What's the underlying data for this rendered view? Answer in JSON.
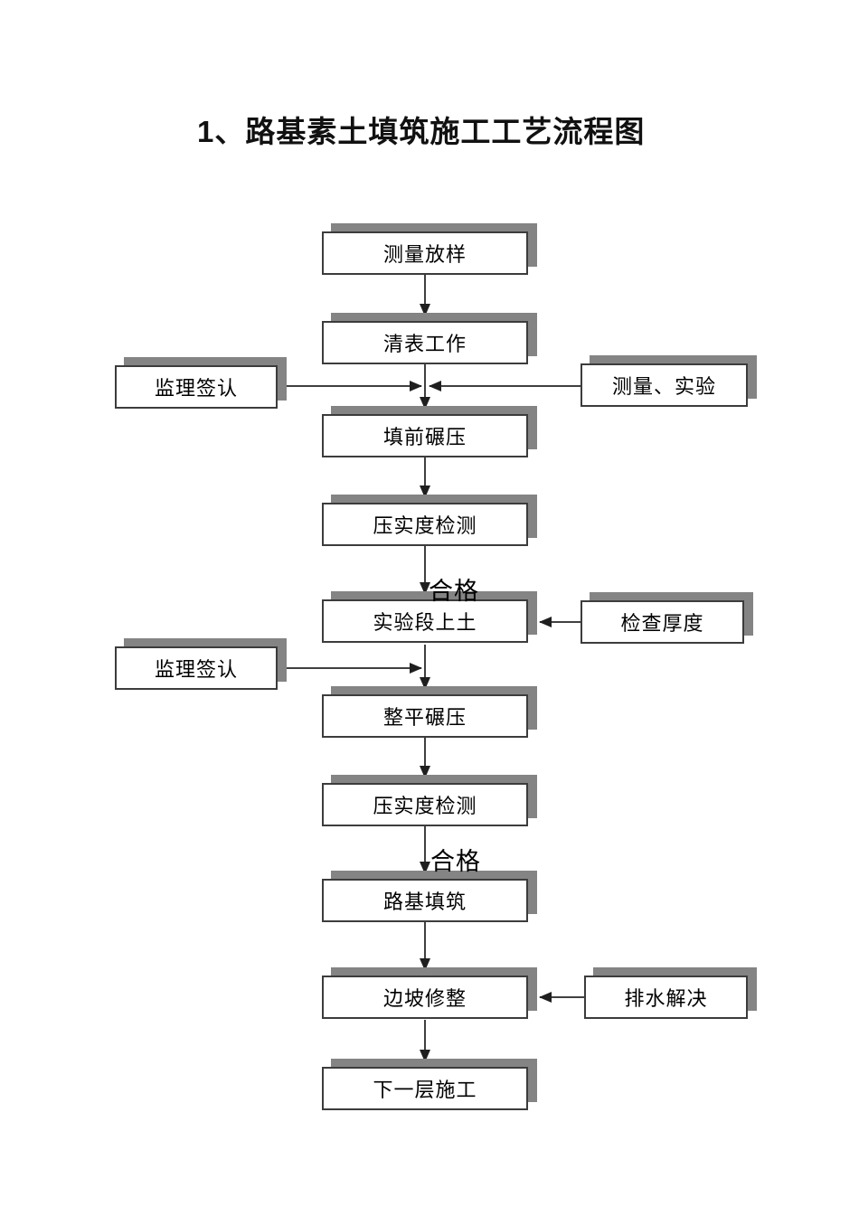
{
  "title": "1、路基素土填筑施工工艺流程图",
  "flowchart": {
    "main_steps": [
      {
        "label": "测量放样"
      },
      {
        "label": "清表工作"
      },
      {
        "label": "填前碾压"
      },
      {
        "label": "压实度检测"
      },
      {
        "label": "实验段上土"
      },
      {
        "label": "整平碾压"
      },
      {
        "label": "压实度检测"
      },
      {
        "label": "路基填筑"
      },
      {
        "label": "边坡修整"
      },
      {
        "label": "下一层施工"
      }
    ],
    "side_inputs": [
      {
        "label": "监理签认"
      },
      {
        "label": "测量、实验"
      },
      {
        "label": "检查厚度"
      },
      {
        "label": "监理签认"
      },
      {
        "label": "排水解决"
      }
    ],
    "edge_labels": [
      {
        "text": "合格"
      },
      {
        "text": "合格"
      }
    ],
    "edges": [
      "测量放样 → 清表工作",
      "清表工作 → 填前碾压",
      "监理签认 → (清表工作→填前碾压)",
      "测量、实验 → (清表工作→填前碾压)",
      "填前碾压 → 压实度检测",
      "压实度检测 →(合格) 实验段上土",
      "检查厚度 → 实验段上土",
      "实验段上土 → 整平碾压",
      "监理签认 → (实验段上土→整平碾压)",
      "整平碾压 → 压实度检测",
      "压实度检测 →(合格) 路基填筑",
      "路基填筑 → 边坡修整",
      "排水解决 → 边坡修整",
      "边坡修整 → 下一层施工"
    ],
    "colors": {
      "box_fill": "#ffffff",
      "box_border": "#3c3c3c",
      "shadow": "#848484",
      "line": "#404040",
      "text": "#000000"
    }
  }
}
